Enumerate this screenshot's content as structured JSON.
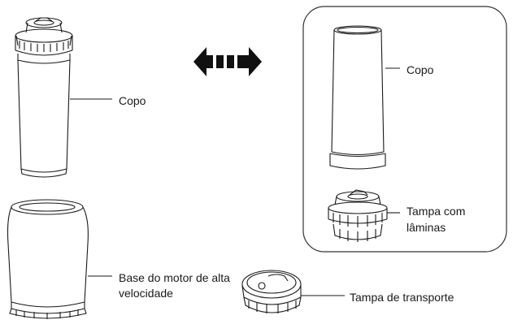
{
  "labels": {
    "copo_left": "Copo",
    "copo_right": "Copo",
    "tampa_com_laminas": "Tampa com lâminas",
    "base_motor": "Base do motor de alta velocidade",
    "tampa_transporte": "Tampa de transporte"
  },
  "icons": {
    "swap_arrow": "double-headed-arrow-icon"
  },
  "colors": {
    "line": "#1a1a1a",
    "panel_border": "#333333",
    "arrow": "#111111"
  }
}
